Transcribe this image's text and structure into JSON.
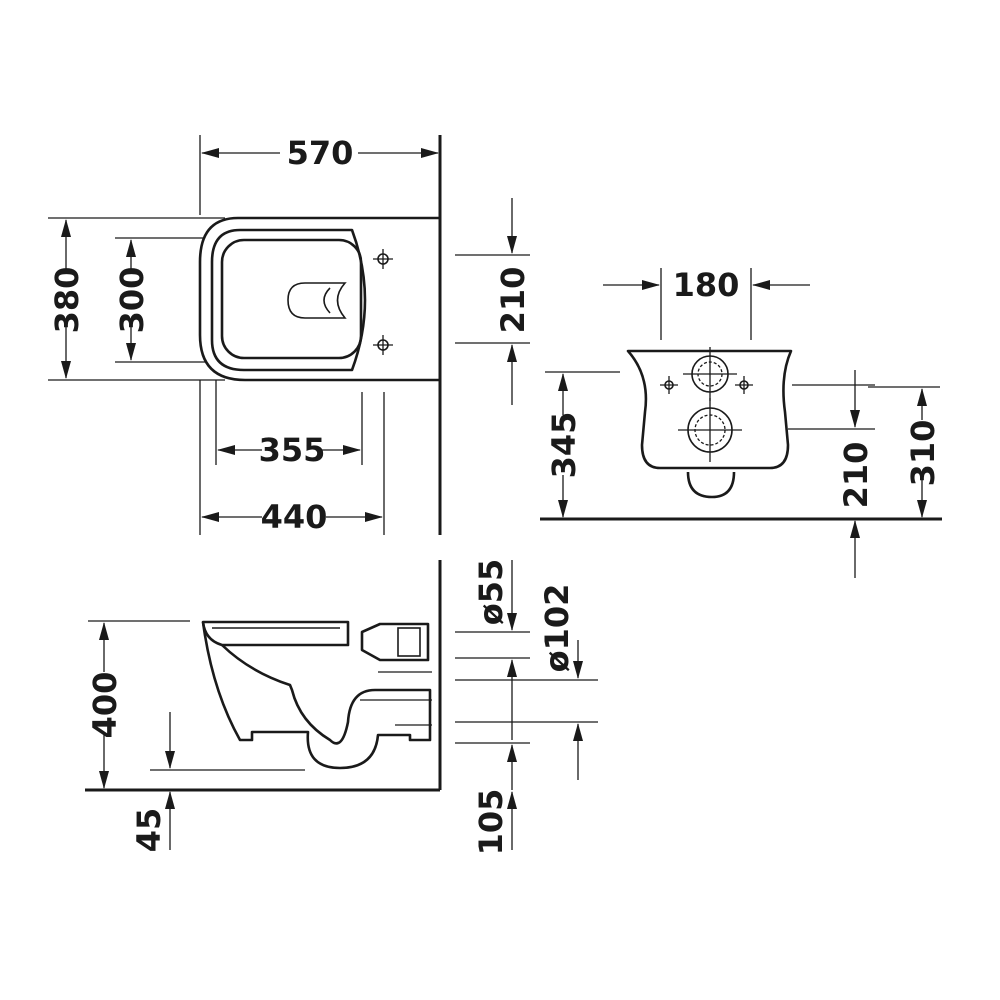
{
  "dimensions": {
    "top_view": {
      "overall_length": "570",
      "width": "380",
      "inner_width": "300",
      "fixing_spacing": "210",
      "length_355": "355",
      "length_440": "440"
    },
    "front_view": {
      "bolt_spacing": "180",
      "height_345": "345",
      "height_210": "210",
      "height_310": "310"
    },
    "side_view": {
      "height_400": "400",
      "height_45": "45",
      "height_105": "105",
      "diameter_55": "ø55",
      "diameter_102": "ø102"
    }
  }
}
